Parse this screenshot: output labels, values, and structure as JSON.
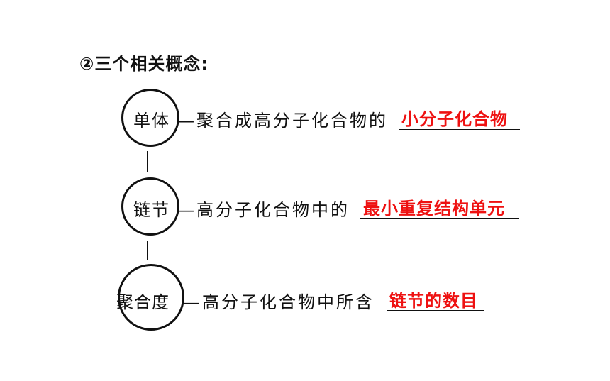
{
  "heading": "②三个相关概念:",
  "rows": [
    {
      "term": "单体",
      "description": "—聚合成高分子化合物的",
      "answer": "小分子化合物"
    },
    {
      "term": "链节",
      "description": "—高分子化合物中的",
      "answer": "最小重复结构单元"
    },
    {
      "term": "聚合度",
      "description": "—高分子化合物中所含",
      "answer": "链节的数目"
    }
  ],
  "colors": {
    "answer": "#ee1111",
    "text": "#111111"
  }
}
